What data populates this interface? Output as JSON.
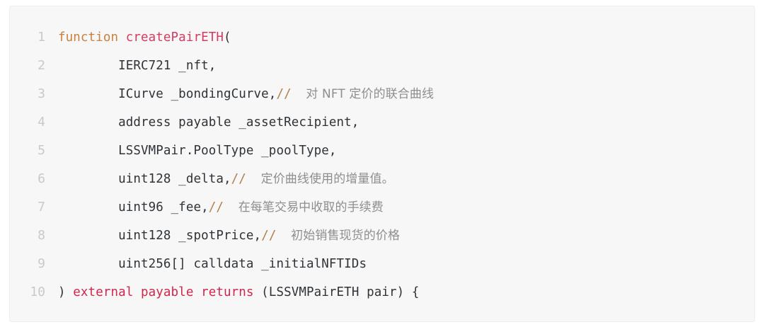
{
  "code_block": {
    "language": "solidity",
    "background_color": "#f7f7f7",
    "border_color": "#eeeeee",
    "colors": {
      "keyword_orange": "#c9803f",
      "function_name": "#d63a61",
      "keyword_red": "#d0264c",
      "plain_text": "#2f3337",
      "comment_slashes": "#b07f4c",
      "comment_text": "#8e8e8e",
      "line_number": "#c9c9c9"
    },
    "lines": [
      {
        "number": "1",
        "indent": "",
        "tokens": [
          {
            "type": "kw",
            "text": "function"
          },
          {
            "type": "plain",
            "text": " "
          },
          {
            "type": "fn",
            "text": "createPairETH"
          },
          {
            "type": "plain",
            "text": "("
          }
        ]
      },
      {
        "number": "2",
        "indent": "        ",
        "tokens": [
          {
            "type": "plain",
            "text": "IERC721 _nft,"
          }
        ]
      },
      {
        "number": "3",
        "indent": "        ",
        "tokens": [
          {
            "type": "plain",
            "text": "ICurve _bondingCurve,"
          },
          {
            "type": "comment",
            "text": "//"
          },
          {
            "type": "cn-mono",
            "text": "  "
          },
          {
            "type": "cn",
            "text": "对 NFT 定价的联合曲线"
          }
        ]
      },
      {
        "number": "4",
        "indent": "        ",
        "tokens": [
          {
            "type": "plain",
            "text": "address payable _assetRecipient,"
          }
        ]
      },
      {
        "number": "5",
        "indent": "        ",
        "tokens": [
          {
            "type": "plain",
            "text": "LSSVMPair.PoolType _poolType,"
          }
        ]
      },
      {
        "number": "6",
        "indent": "        ",
        "tokens": [
          {
            "type": "plain",
            "text": "uint128 _delta,"
          },
          {
            "type": "comment",
            "text": "//"
          },
          {
            "type": "cn-mono",
            "text": "  "
          },
          {
            "type": "cn",
            "text": "定价曲线使用的增量值。"
          }
        ]
      },
      {
        "number": "7",
        "indent": "        ",
        "tokens": [
          {
            "type": "plain",
            "text": "uint96 _fee,"
          },
          {
            "type": "comment",
            "text": "//"
          },
          {
            "type": "cn-mono",
            "text": "  "
          },
          {
            "type": "cn",
            "text": "在每笔交易中收取的手续费"
          }
        ]
      },
      {
        "number": "8",
        "indent": "        ",
        "tokens": [
          {
            "type": "plain",
            "text": "uint128 _spotPrice,"
          },
          {
            "type": "comment",
            "text": "//"
          },
          {
            "type": "cn-mono",
            "text": "  "
          },
          {
            "type": "cn",
            "text": "初始销售现货的价格"
          }
        ]
      },
      {
        "number": "9",
        "indent": "        ",
        "tokens": [
          {
            "type": "plain",
            "text": "uint256[] calldata _initialNFTIDs"
          }
        ]
      },
      {
        "number": "10",
        "indent": "",
        "tokens": [
          {
            "type": "plain",
            "text": ") "
          },
          {
            "type": "keyword-r",
            "text": "external payable returns"
          },
          {
            "type": "plain",
            "text": " (LSSVMPairETH pair) {"
          }
        ]
      }
    ]
  }
}
